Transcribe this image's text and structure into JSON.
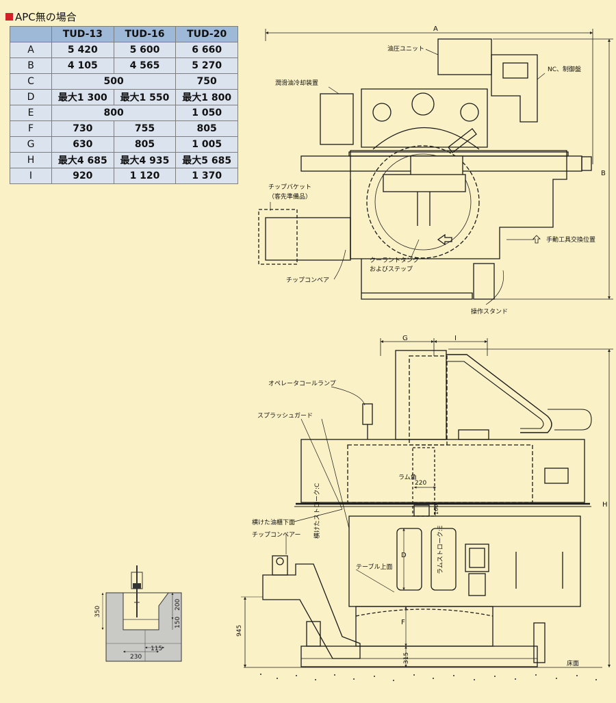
{
  "header": {
    "title": "APC無の場合",
    "marker_color": "#d32027"
  },
  "table": {
    "header_color": "#9eb8d8",
    "row_color": "#dbe3ef",
    "columns": [
      "TUD-13",
      "TUD-16",
      "TUD-20"
    ],
    "rows": [
      {
        "key": "A",
        "cells": [
          "5 420",
          "5 600",
          "6 660"
        ]
      },
      {
        "key": "B",
        "cells": [
          "4 105",
          "4 565",
          "5 270"
        ]
      },
      {
        "key": "C",
        "merged": "500",
        "last": "750"
      },
      {
        "key": "D",
        "cells": [
          "最大1 300",
          "最大1 550",
          "最大1 800"
        ]
      },
      {
        "key": "E",
        "merged": "800",
        "last": "1 050"
      },
      {
        "key": "F",
        "cells": [
          "730",
          "755",
          "805"
        ]
      },
      {
        "key": "G",
        "cells": [
          "630",
          "805",
          "1 005"
        ]
      },
      {
        "key": "H",
        "cells": [
          "最大4 685",
          "最大4 935",
          "最大5 685"
        ]
      },
      {
        "key": "I",
        "cells": [
          "920",
          "1 120",
          "1 370"
        ]
      }
    ]
  },
  "plan_view": {
    "dim_a": "A",
    "dim_b": "B",
    "labels": {
      "hydraulic_unit": "油圧ユニット",
      "nc_panel": "NC、制御盤",
      "lube_cooler": "潤滑油冷却装置",
      "chip_bucket": "チップバケット",
      "chip_bucket_note": "（客先準備品）",
      "coolant_tank": "クーラントタンク",
      "coolant_tank_2": "およびステップ",
      "manual_tool_change": "手動工具交換位置",
      "chip_conveyor": "チップコンベア",
      "control_stand": "操作スタンド"
    }
  },
  "front_view": {
    "dim_g": "G",
    "dim_i": "I",
    "dim_h": "H",
    "dim_d": "D",
    "dim_f": "F",
    "ram_square": "ラム角",
    "ram_size": "220",
    "dim_160": "160",
    "dim_945": "945",
    "dim_315": "315",
    "labels": {
      "call_lamp": "オペレータコールランプ",
      "splash_guard": "スプラッシュガード",
      "crossrail_bottom": "横けた油櫃下面",
      "chip_conveyor": "チップコンベアー",
      "crossrail_stroke": "横けたストローク:C",
      "ram_stroke": "ラムストローク:E",
      "table_top": "テーブル上面",
      "floor": "床面"
    }
  },
  "foundation": {
    "d350": "350",
    "d200": "200",
    "d150": "150",
    "d230": "230",
    "d115": "115"
  }
}
